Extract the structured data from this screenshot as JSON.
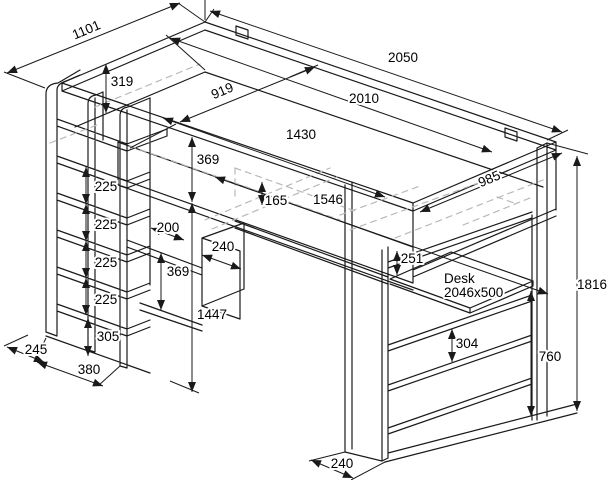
{
  "drawing": {
    "subject": "Loft bed with ladder shelves, desk and bookcase - dimensioned isometric drawing",
    "unit": "mm"
  },
  "colors": {
    "line": "#1a1a1a",
    "hidden_edge": "#b9b9b9",
    "text": "#000000",
    "background": "#ffffff"
  },
  "dims": {
    "d1101": "1101",
    "d2050": "2050",
    "d2010": "2010",
    "d919": "919",
    "d1430": "1430",
    "d985": "985",
    "d319": "319",
    "d369a": "369",
    "d165": "165",
    "d1546": "1546",
    "d200": "200",
    "d240a": "240",
    "d369b": "369",
    "d1447": "1447",
    "d225a": "225",
    "d225b": "225",
    "d225c": "225",
    "d225d": "225",
    "d305": "305",
    "d245": "245",
    "d380": "380",
    "d251": "251",
    "d304": "304",
    "d760": "760",
    "d1816": "1816",
    "d240b": "240"
  },
  "desk_label": {
    "line1": "Desk",
    "line2": "2046x500"
  }
}
